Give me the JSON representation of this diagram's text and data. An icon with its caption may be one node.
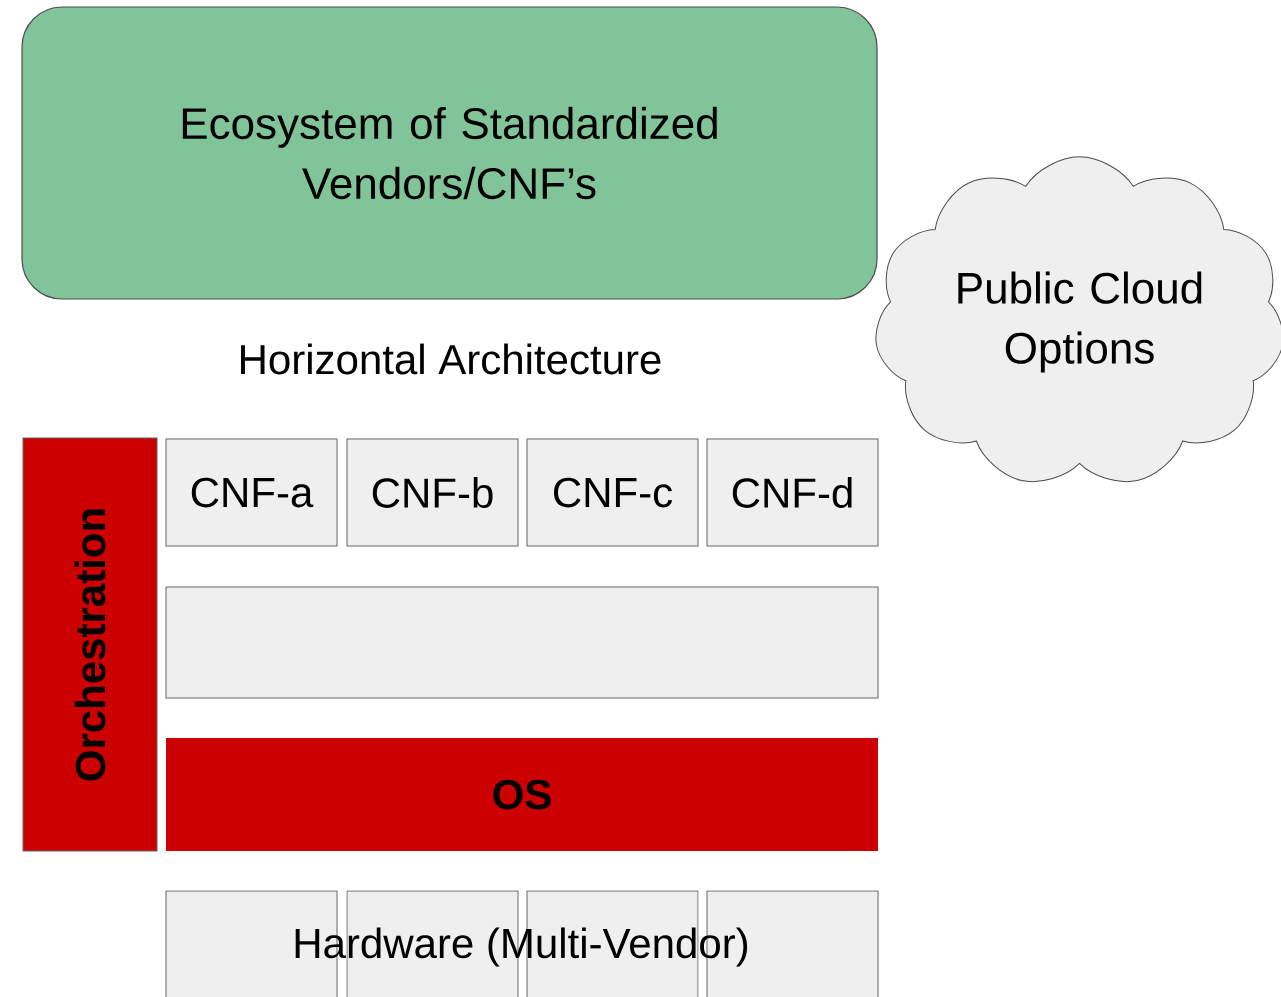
{
  "diagram": {
    "nodes": [
      {
        "text": [
          "Ecosystem of Standardized Vendors/CNF’s"
        ]
      },
      {
        "text": [
          "Public Cloud Options"
        ]
      },
      {
        "text": [
          "Orchestration"
        ]
      },
      {
        "text": [
          "CNF-a"
        ]
      },
      {
        "text": [
          "CNF-b"
        ]
      },
      {
        "text": [
          "CNF-c"
        ]
      },
      {
        "text": [
          "CNF-d"
        ]
      },
      {
        "text": [],
        "shape": "box"
      },
      {
        "text": [
          "OS"
        ]
      },
      {
        "text": [],
        "shape": "box"
      },
      {
        "text": [],
        "shape": "box"
      },
      {
        "text": [],
        "shape": "box"
      },
      {
        "text": [],
        "shape": "box"
      }
    ],
    "labels": [
      "Horizontal Architecture",
      "Hardware (Multi-Vendor)"
    ]
  }
}
